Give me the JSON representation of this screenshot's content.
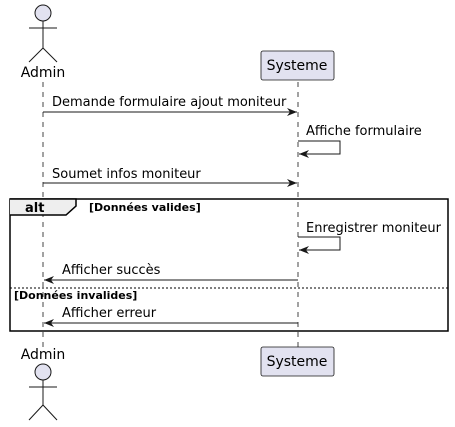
{
  "actor": {
    "name": "Admin"
  },
  "participant": {
    "name": "Systeme"
  },
  "messages": [
    {
      "text": "Demande formulaire ajout moniteur"
    },
    {
      "text": "Affiche formulaire"
    },
    {
      "text": "Soumet infos moniteur"
    },
    {
      "text": "Enregistrer moniteur"
    },
    {
      "text": "Afficher succès"
    },
    {
      "text": "Afficher erreur"
    }
  ],
  "fragment": {
    "keyword": "alt",
    "guards": [
      "[Données valides]",
      "[Données invalides]"
    ]
  },
  "colors": {
    "participant_fill": "#e2e2f0",
    "participant_border": "#181818",
    "lifeline": "#181818",
    "arrow": "#181818"
  }
}
